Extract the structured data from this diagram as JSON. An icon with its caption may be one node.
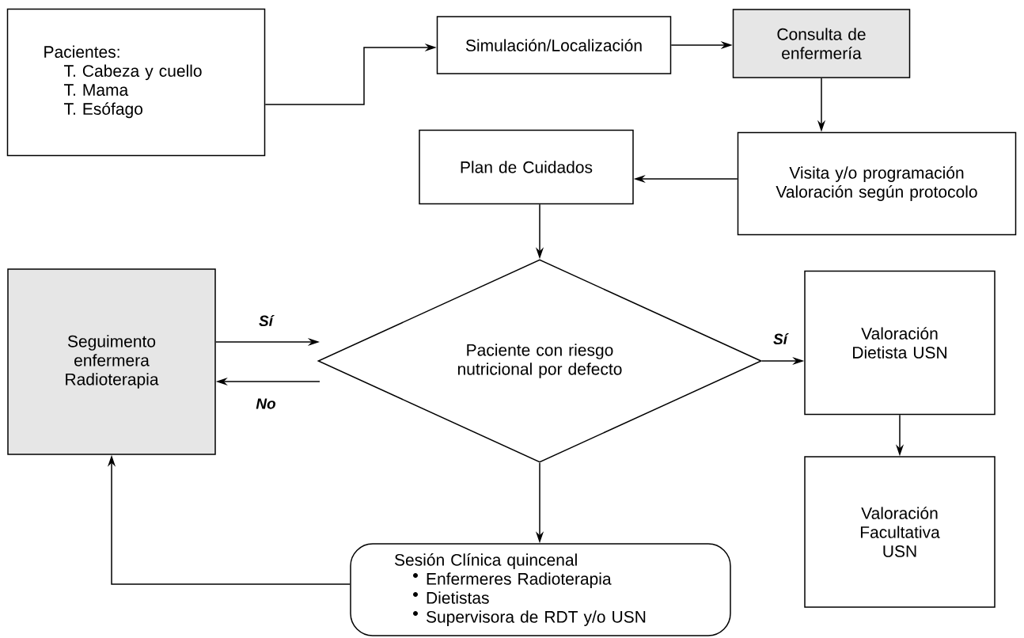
{
  "diagram": {
    "nodes": [
      {
        "text": [
          "Pacientes:",
          "T. Cabeza y cuello",
          "T. Mama",
          "T. Esófago"
        ]
      },
      {
        "text": [
          "Simulación/Localización"
        ]
      },
      {
        "text": [
          "Consulta de enfermería"
        ]
      },
      {
        "text": [
          "Visita y/o programación",
          "Valoración según protocolo"
        ]
      },
      {
        "text": [
          "Plan de Cuidados"
        ]
      },
      {
        "text": [
          "Paciente con riesgo nutricional por defecto"
        ]
      },
      {
        "text": [
          "Seguimento enfermera Radioterapia"
        ]
      },
      {
        "text": [
          "Valoración Dietista USN"
        ]
      },
      {
        "text": [
          "Valoración Facultativa USN"
        ]
      },
      {
        "text": [
          "Sesión Clínica quincenal",
          "Enfermeres Radioterapia",
          "Dietistas",
          "Supervisora de RDT y/o USN"
        ]
      }
    ],
    "edges": [
      {
        "from": 0,
        "to": 1,
        "arrow": "to"
      },
      {
        "from": 1,
        "to": 2,
        "arrow": "to"
      },
      {
        "from": 2,
        "to": 3,
        "arrow": "to"
      },
      {
        "from": 3,
        "to": 4,
        "arrow": "to"
      },
      {
        "from": 4,
        "to": 5,
        "arrow": "to"
      },
      {
        "from": 6,
        "to": 5,
        "arrow": "to",
        "label": "Sí"
      },
      {
        "from": 5,
        "to": 6,
        "arrow": "to",
        "label": "No"
      },
      {
        "from": 5,
        "to": 7,
        "arrow": "to",
        "label": "Sí"
      },
      {
        "from": 7,
        "to": 8,
        "arrow": "to"
      },
      {
        "from": 5,
        "to": 9,
        "arrow": "to"
      },
      {
        "from": 9,
        "to": 6,
        "arrow": "to"
      }
    ]
  }
}
